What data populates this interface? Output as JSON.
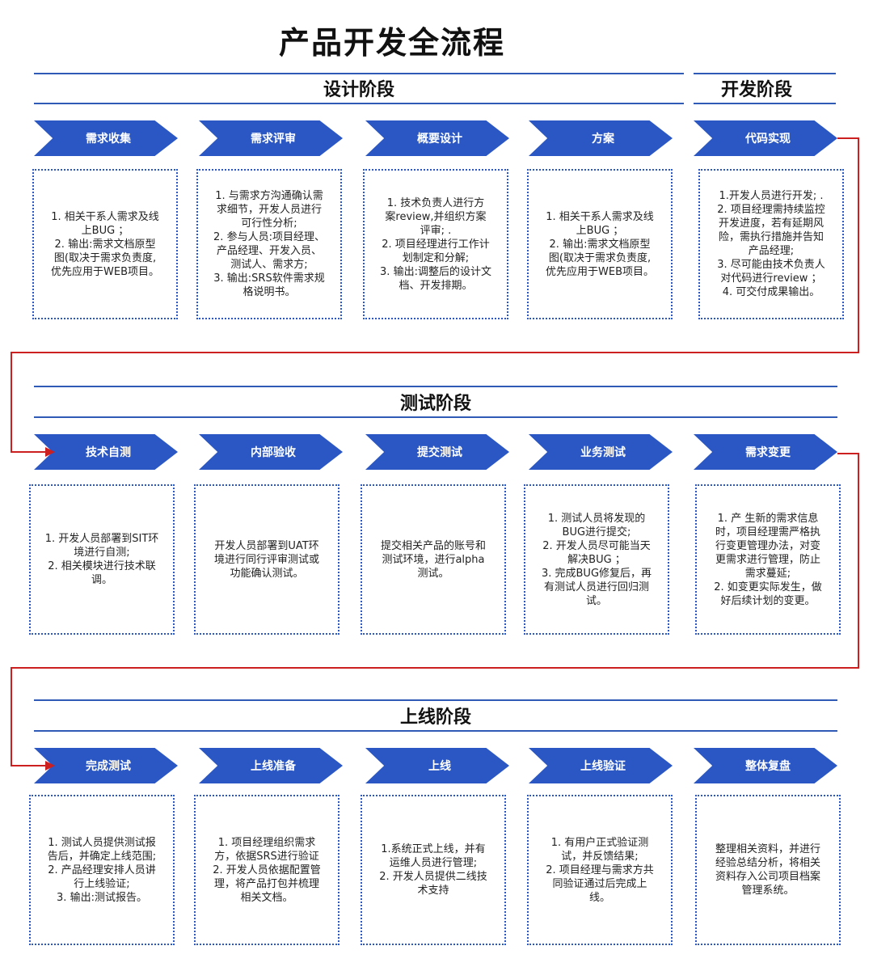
{
  "title": "产品开发全流程",
  "phases": {
    "design": "设计阶段",
    "dev": "开发阶段",
    "test": "测试阶段",
    "launch": "上线阶段"
  },
  "rows": [
    {
      "steps": [
        {
          "label": "需求收集",
          "desc": "1. 相关干系人需求及线\n上BUG ；\n2. 输出:需求文档原型\n图(取决于需求负责度,\n优先应用于WEB项目。"
        },
        {
          "label": "需求评审",
          "desc": "1. 与需求方沟通确认需\n求细节，开发人员进行\n可行性分析;\n2. 参与人员:项目经理、\n产品经理、开发入员、\n测试人、需求方;\n3. 输出:SRS软件需求规\n格说明书。"
        },
        {
          "label": "概要设计",
          "desc": "1. 技术负责人进行方\n案review,并组织方案\n评审; .\n2. 项目经理进行工作计\n划制定和分解;\n3. 输出:调整后的设计文\n档、开发排期。"
        },
        {
          "label": "方案",
          "desc": "1. 相关干系人需求及线\n上BUG ；\n2. 输出:需求文档原型\n图(取决于需求负责度,\n优先应用于WEB项目。"
        },
        {
          "label": "代码实现",
          "desc": "1.开发人员进行开发; .\n2. 项目经理需持续监控\n开发进度，若有延期风\n险，需执行措施并告知\n产品经理;\n3. 尽可能由技术负责人\n对代码进行review ；\n4. 可交付成果输出。"
        }
      ]
    },
    {
      "steps": [
        {
          "label": "技术自测",
          "desc": "1. 开发人员部署到SIT环\n境进行自测;\n2. 相关模块进行技术联\n调。"
        },
        {
          "label": "内部验收",
          "desc": "开发人员部署到UAT环\n境进行同行评审测试或\n功能确认测试。"
        },
        {
          "label": "提交测试",
          "desc": "提交相关产品的账号和\n测试环境，进行alpha\n测试。"
        },
        {
          "label": "业务测试",
          "desc": "1. 测试人员将发现的\nBUG进行提交;\n2. 开发人员尽可能当天\n解决BUG ；\n3. 完成BUG修复后，再\n有测试人员进行回归测\n试。"
        },
        {
          "label": "需求变更",
          "desc": "1. 产 生新的需求信息\n时，项目经理需严格执\n行变更管理办法，对变\n更需求进行管理，防止\n需求蔓延;\n2. 如变更实际发生，做\n好后续计划的变更。"
        }
      ]
    },
    {
      "steps": [
        {
          "label": "完成测试",
          "desc": "1. 测试人员提供测试报\n告后，并确定上线范围;\n2. 产品经理安排人员讲\n行上线验证;\n3. 输出:测试报告。"
        },
        {
          "label": "上线准备",
          "desc": "1. 项目经理组织需求\n方，依据SRS进行验证\n2. 开发人员依据配置管\n理，将产品打包并梳理\n相关文档。"
        },
        {
          "label": "上线",
          "desc": "1.系统正式上线，并有\n运维人员进行管理;\n2. 开发人员提供二线技\n术支持"
        },
        {
          "label": "上线验证",
          "desc": "1. 有用户正式验证测\n试，并反馈结果;\n2. 项目经理与需求方共\n同验证通过后完成上\n线。"
        },
        {
          "label": "整体复盘",
          "desc": "整理相关资料，并进行\n经验总结分析，将相关\n资料存入公司项目档案\n管理系统。"
        }
      ]
    }
  ],
  "colors": {
    "accent": "#2a57c3",
    "line": "#2f5bb7",
    "connector": "#cc1f1f"
  }
}
